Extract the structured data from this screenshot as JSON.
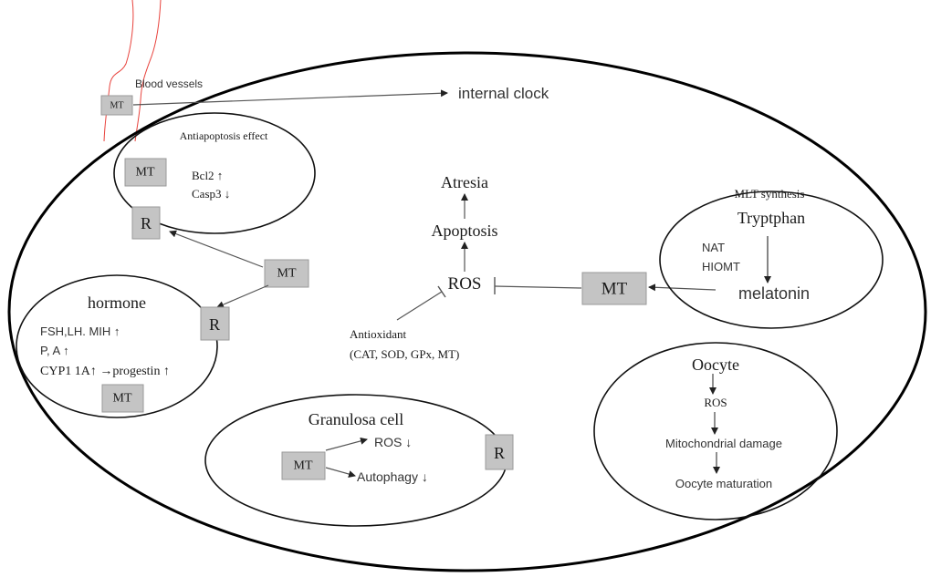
{
  "diagram": {
    "blood_vessels": {
      "label": "Blood vessels",
      "vessel_color": "#e8423c"
    },
    "internal_clock": {
      "mt_label": "MT",
      "target_label": "internal clock"
    },
    "antiapoptosis": {
      "title": "Antiapoptosis effect",
      "mt_label": "MT",
      "lines": [
        "Bcl2 ↑",
        "Casp3 ↓"
      ],
      "receptor_label": "R"
    },
    "central_mt": {
      "label": "MT"
    },
    "hormone": {
      "title": "hormone",
      "lines": [
        "FSH,LH. MIH ↑",
        "P, A ↑",
        "CYP1 1A↑ →progestin ↑"
      ],
      "mt_label": "MT",
      "receptor_label": "R"
    },
    "pathway": {
      "atresia": "Atresia",
      "apoptosis": "Apoptosis",
      "ros": "ROS",
      "antioxidant_title": "Antioxidant",
      "antioxidant_list": "(CAT, SOD, GPx, MT)"
    },
    "mlt_synthesis": {
      "title": "MLT synthesis",
      "tryptophan": "Tryptphan",
      "enzyme1": "NAT",
      "enzyme2": "HIOMT",
      "product": "melatonin",
      "mt_label": "MT"
    },
    "granulosa": {
      "title": "Granulosa cell",
      "mt_label": "MT",
      "effects": [
        "ROS ↓",
        "Autophagy ↓"
      ],
      "receptor_label": "R"
    },
    "oocyte": {
      "title": "Oocyte",
      "steps": [
        "ROS",
        "Mitochondrial damage",
        "Oocyte maturation"
      ]
    },
    "colors": {
      "box_fill": "#c4c4c4",
      "box_stroke": "#9a9a9a",
      "line": "#555555",
      "outline": "#000000"
    }
  }
}
